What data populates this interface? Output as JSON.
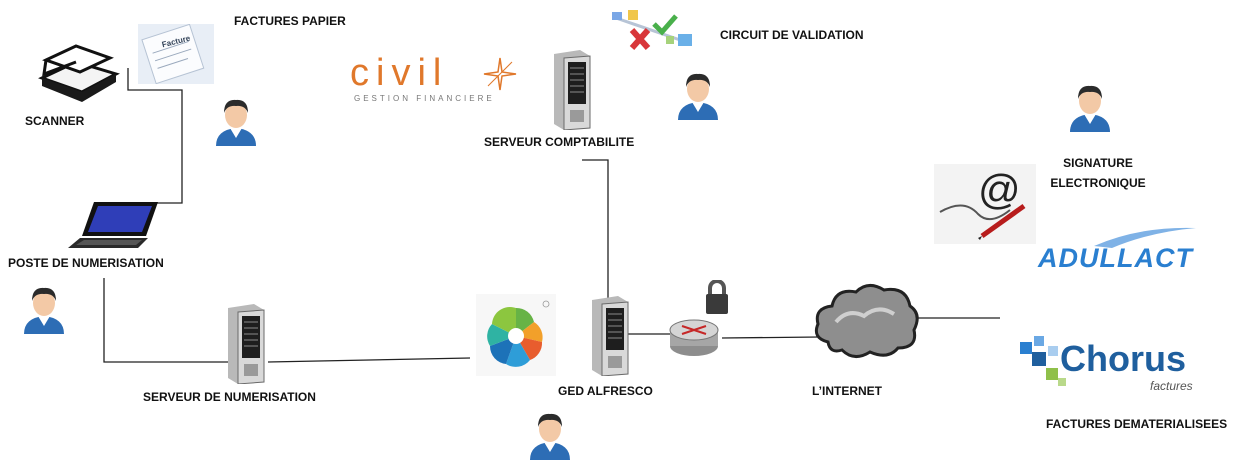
{
  "labels": {
    "factures_papier": "FACTURES PAPIER",
    "scanner": "SCANNER",
    "poste_numerisation": "POSTE DE NUMERISATION",
    "serveur_numerisation": "SERVEUR DE NUMERISATION",
    "serveur_comptabilite": "SERVEUR COMPTABILITE",
    "circuit_validation": "CIRCUIT DE VALIDATION",
    "ged_alfresco": "GED ALFRESCO",
    "internet": "L’INTERNET",
    "signature_line1": "SIGNATURE",
    "signature_line2": "ELECTRONIQUE",
    "factures_dematerialisees": "FACTURES DEMATERIALISEES"
  },
  "logos": {
    "civil": "civil",
    "civil_sub": "GESTION FINANCIERE",
    "adullact": "ADULLACT",
    "chorus": "Chorus",
    "chorus_sub": "factures",
    "paper_doc": "Facture"
  },
  "colors": {
    "civil_orange": "#e0782b",
    "adullact_blue": "#2a7fd0",
    "chorus_blue": "#1f5f9e",
    "line": "#222222"
  }
}
